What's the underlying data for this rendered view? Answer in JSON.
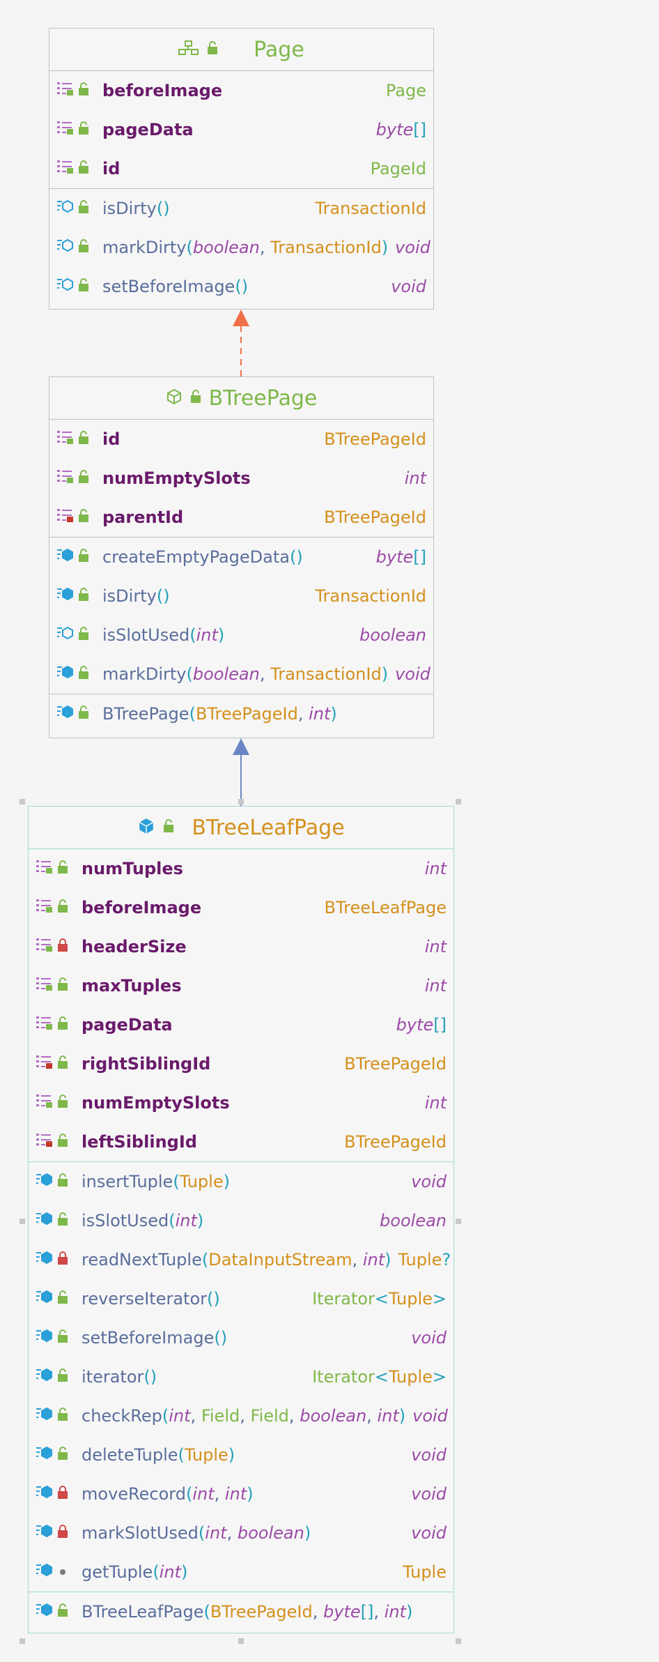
{
  "colors": {
    "class_type": "#d4901c",
    "primitive": "#9b4aa6",
    "green_type": "#7fb84a",
    "paren": "#23a0b8",
    "field_name": "#6a1a6a",
    "method_name": "#5a6e9c",
    "realize_arrow": "#f07048",
    "extends_arrow": "#6b86c4"
  },
  "classes": {
    "page": {
      "title": "Page",
      "kind_icon": "interface-icon",
      "fields": [
        {
          "name": "beforeImage",
          "type": "Page"
        },
        {
          "name": "pageData",
          "type": "byte[]"
        },
        {
          "name": "id",
          "type": "PageId"
        }
      ],
      "methods": [
        {
          "name": "isDirty",
          "params": "()",
          "ret": "TransactionId"
        },
        {
          "name": "markDirty",
          "params": "(boolean, TransactionId)",
          "ret": "void"
        },
        {
          "name": "setBeforeImage",
          "params": "()",
          "ret": "void"
        }
      ]
    },
    "btreepage": {
      "title": "BTreePage",
      "kind_icon": "abstract-class-icon",
      "fields": [
        {
          "name": "id",
          "type": "BTreePageId"
        },
        {
          "name": "numEmptySlots",
          "type": "int"
        },
        {
          "name": "parentId",
          "type": "BTreePageId"
        }
      ],
      "methods": [
        {
          "name": "createEmptyPageData",
          "params": "()",
          "ret": "byte[]"
        },
        {
          "name": "isDirty",
          "params": "()",
          "ret": "TransactionId"
        },
        {
          "name": "isSlotUsed",
          "params": "(int)",
          "ret": "boolean"
        },
        {
          "name": "markDirty",
          "params": "(boolean, TransactionId)",
          "ret": "void"
        }
      ],
      "constructors": [
        {
          "name": "BTreePage",
          "params": "(BTreePageId, int)"
        }
      ]
    },
    "btreeleafpage": {
      "title": "BTreeLeafPage",
      "kind_icon": "class-icon",
      "fields": [
        {
          "name": "numTuples",
          "type": "int"
        },
        {
          "name": "beforeImage",
          "type": "BTreeLeafPage"
        },
        {
          "name": "headerSize",
          "type": "int"
        },
        {
          "name": "maxTuples",
          "type": "int"
        },
        {
          "name": "pageData",
          "type": "byte[]"
        },
        {
          "name": "rightSiblingId",
          "type": "BTreePageId"
        },
        {
          "name": "numEmptySlots",
          "type": "int"
        },
        {
          "name": "leftSiblingId",
          "type": "BTreePageId"
        }
      ],
      "methods": [
        {
          "name": "insertTuple",
          "params": "(Tuple)",
          "ret": "void"
        },
        {
          "name": "isSlotUsed",
          "params": "(int)",
          "ret": "boolean"
        },
        {
          "name": "readNextTuple",
          "params": "(DataInputStream, int)",
          "ret": "Tuple?"
        },
        {
          "name": "reverseIterator",
          "params": "()",
          "ret": "Iterator<Tuple>"
        },
        {
          "name": "setBeforeImage",
          "params": "()",
          "ret": "void"
        },
        {
          "name": "iterator",
          "params": "()",
          "ret": "Iterator<Tuple>"
        },
        {
          "name": "checkRep",
          "params": "(int, Field, Field, boolean, int)",
          "ret": "void"
        },
        {
          "name": "deleteTuple",
          "params": "(Tuple)",
          "ret": "void"
        },
        {
          "name": "moveRecord",
          "params": "(int, int)",
          "ret": "void"
        },
        {
          "name": "markSlotUsed",
          "params": "(int, boolean)",
          "ret": "void"
        },
        {
          "name": "getTuple",
          "params": "(int)",
          "ret": "Tuple"
        }
      ],
      "constructors": [
        {
          "name": "BTreeLeafPage",
          "params": "(BTreePageId, byte[], int)"
        }
      ]
    }
  }
}
